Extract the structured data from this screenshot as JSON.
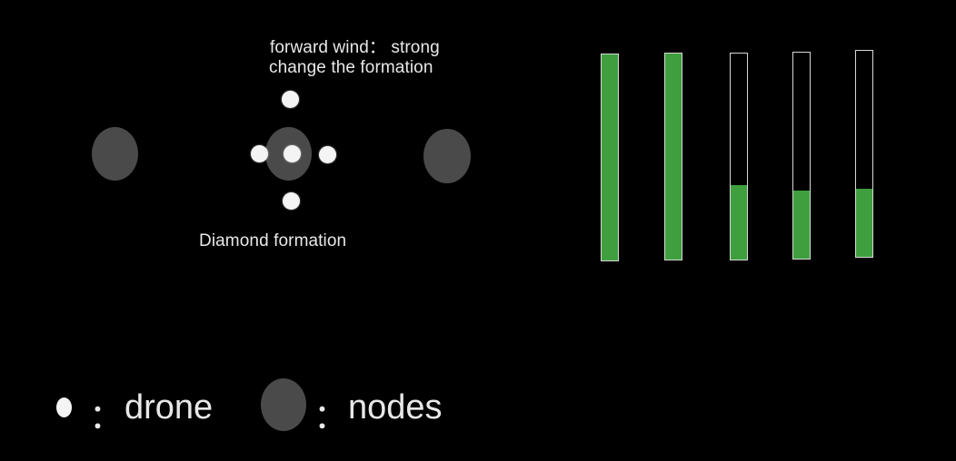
{
  "diagram": {
    "wind_label": "forward wind：  strong",
    "change_label": "change the formation",
    "formation_label": "Diamond formation"
  },
  "batteries": [
    {
      "level": 1.0
    },
    {
      "level": 1.0
    },
    {
      "level": 0.36
    },
    {
      "level": 0.33
    },
    {
      "level": 0.33
    }
  ],
  "legend": {
    "drone_colon": "：",
    "drone_label": "drone",
    "node_colon": "：",
    "node_label": "nodes"
  },
  "colors": {
    "background": "#000000",
    "node": "#4a4a4a",
    "drone": "#f4f4f4",
    "battery_fill": "#3f9f3f",
    "battery_border": "#d8d8d8"
  }
}
